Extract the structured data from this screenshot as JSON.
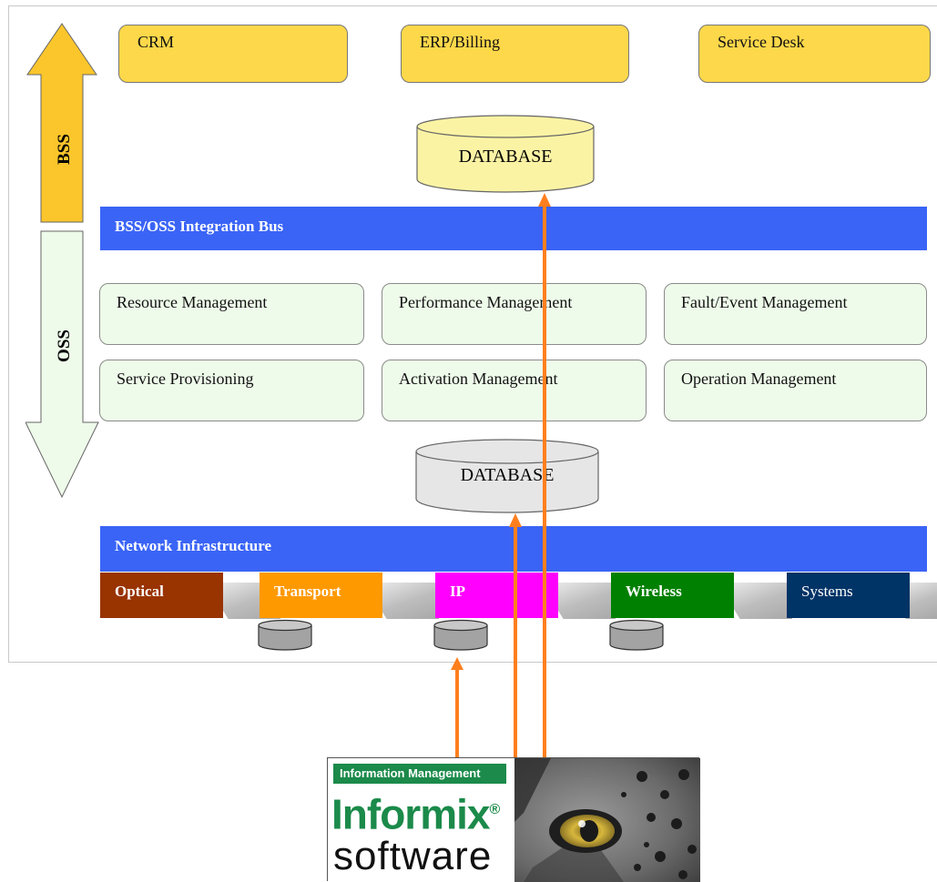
{
  "layers": {
    "bss_label": "BSS",
    "oss_label": "OSS"
  },
  "apps": {
    "crm": "CRM",
    "erp": "ERP/Billing",
    "service_desk": "Service Desk"
  },
  "databases": {
    "bss_db": "DATABASE",
    "oss_db": "DATABASE"
  },
  "buses": {
    "integration": "BSS/OSS Integration Bus",
    "network": "Network Infrastructure"
  },
  "management": {
    "resource": "Resource Management",
    "performance": "Performance Management",
    "fault": "Fault/Event Management",
    "provisioning": "Service Provisioning",
    "activation": "Activation Management",
    "operation": "Operation Management"
  },
  "network_categories": {
    "optical": "Optical",
    "transport": "Transport",
    "ip": "IP",
    "wireless": "Wireless",
    "systems": "Systems"
  },
  "logo": {
    "bar": "Information Management",
    "brand": "Informix",
    "reg": "®",
    "product": "software"
  },
  "colors": {
    "bss_arrow": "#fbc52c",
    "oss_arrow": "#eefbea",
    "app_box": "#fdd84a",
    "bus": "#3a64f6",
    "optical": "#993300",
    "transport": "#ff9900",
    "ip": "#ff00ff",
    "wireless": "#008000",
    "systems": "#003366",
    "flow_arrow": "#ff7f1e"
  }
}
